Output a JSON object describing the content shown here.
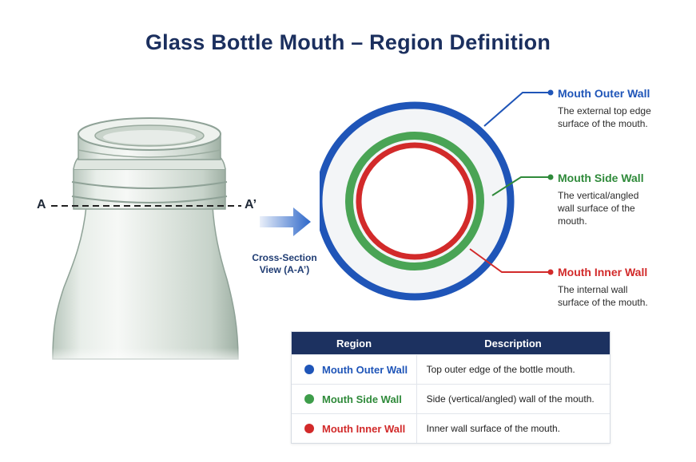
{
  "title": "Glass Bottle Mouth – Region Definition",
  "section_marks": {
    "left": "A",
    "right": "A’"
  },
  "cross_section_caption": [
    "Cross-Section",
    "View (A-A’)"
  ],
  "colors": {
    "outer": "#1f55b8",
    "side": "#2f8a3a",
    "inner": "#d22a2a",
    "header": "#1c3160"
  },
  "callouts": [
    {
      "name": "Mouth Outer Wall",
      "desc": [
        "The external top edge",
        "surface of the mouth."
      ]
    },
    {
      "name": "Mouth Side Wall",
      "desc": [
        "The vertical/angled",
        "wall surface of the",
        "mouth."
      ]
    },
    {
      "name": "Mouth Inner Wall",
      "desc": [
        "The internal wall",
        "surface of the mouth."
      ]
    }
  ],
  "table": {
    "headers": [
      "Region",
      "Description"
    ],
    "rows": [
      {
        "region": "Mouth Outer Wall",
        "description": "Top outer edge of the bottle mouth."
      },
      {
        "region": "Mouth Side Wall",
        "description": "Side (vertical/angled) wall of the mouth."
      },
      {
        "region": "Mouth Inner Wall",
        "description": "Inner wall surface of the mouth."
      }
    ]
  }
}
